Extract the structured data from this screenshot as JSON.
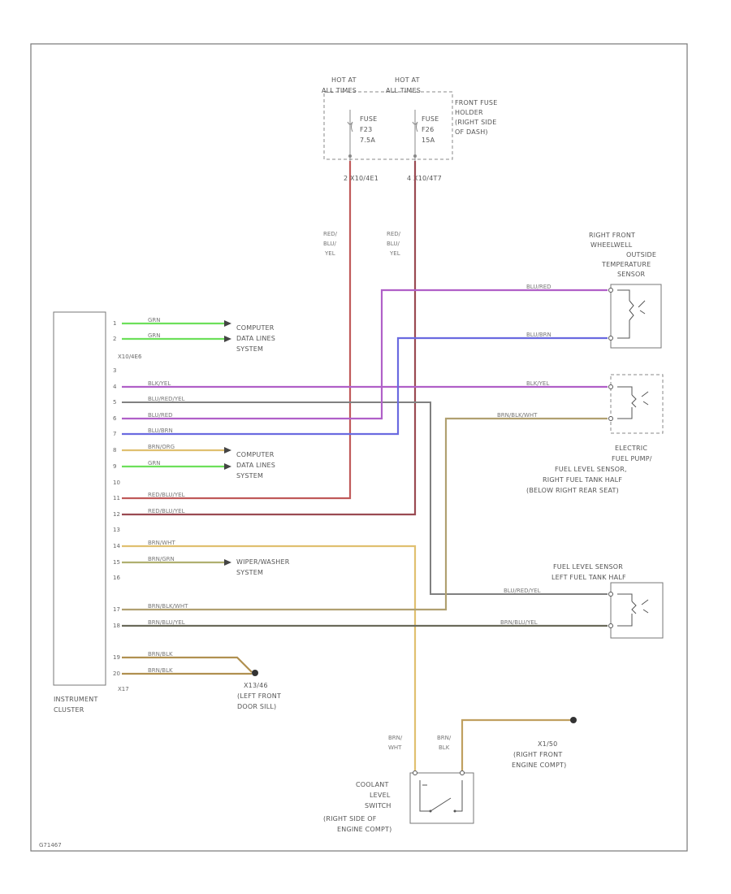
{
  "fuse_box": {
    "hot_a_1": "HOT AT",
    "hot_a_2": "ALL TIMES",
    "hot_b_1": "HOT AT",
    "hot_b_2": "ALL TIMES",
    "fuse_a": [
      "FUSE",
      "F23",
      "7.5A"
    ],
    "fuse_b": [
      "FUSE",
      "F26",
      "15A"
    ],
    "holder": [
      "FRONT FUSE",
      "HOLDER",
      "(RIGHT SIDE",
      "OF DASH)"
    ],
    "conn_a": "2  X10/4E1",
    "conn_b": "4  X10/4T7"
  },
  "vertical_labels": {
    "left": [
      "RED/",
      "BLU/",
      "YEL"
    ],
    "right": [
      "RED/",
      "BLU/",
      "YEL"
    ]
  },
  "cluster": {
    "label": [
      "INSTRUMENT",
      "CLUSTER"
    ],
    "connector_top": "X10/4E6",
    "connector_bottom": "X17"
  },
  "pins": [
    "1",
    "2",
    "3",
    "4",
    "5",
    "6",
    "7",
    "8",
    "9",
    "10",
    "11",
    "12",
    "13",
    "14",
    "15",
    "16",
    "17",
    "18",
    "19",
    "20"
  ],
  "wires": {
    "w1": "GRN",
    "w2": "GRN",
    "w4": "BLK/YEL",
    "w5": "BLU/RED/YEL",
    "w6": "BLU/RED",
    "w7": "BLU/BRN",
    "w8": "BRN/ORG",
    "w9": "GRN",
    "w11": "RED/BLU/YEL",
    "w12": "RED/BLU/YEL",
    "w14": "BRN/WHT",
    "w15": "BRN/GRN",
    "w17": "BRN/BLK/WHT",
    "w18": "BRN/BLU/YEL",
    "w19": "BRN/BLK",
    "w20": "BRN/BLK",
    "r1": "BLU/RED",
    "r2": "BLU/BRN",
    "r3": "BLK/YEL",
    "r4": "BRN/BLK/WHT",
    "r5": "BLU/RED/YEL",
    "r6": "BRN/BLU/YEL",
    "coolant_left": [
      "BRN/",
      "WHT"
    ],
    "coolant_right": [
      "BRN/",
      "BLK"
    ]
  },
  "refs": {
    "cdl1": [
      "COMPUTER",
      "DATA LINES",
      "SYSTEM"
    ],
    "cdl2": [
      "COMPUTER",
      "DATA LINES",
      "SYSTEM"
    ],
    "wiper": [
      "WIPER/WASHER",
      "SYSTEM"
    ],
    "ground1": [
      "X13/46",
      "(LEFT FRONT",
      "DOOR SILL)"
    ],
    "ground2": [
      "X1/50",
      "(RIGHT FRONT",
      "ENGINE COMPT)"
    ]
  },
  "components": {
    "temp_sensor": [
      "RIGHT FRONT",
      "WHEELWELL",
      "OUTSIDE",
      "TEMPERATURE",
      "SENSOR"
    ],
    "fuel_pump": [
      "ELECTRIC",
      "FUEL PUMP/",
      "FUEL LEVEL SENSOR,",
      "RIGHT FUEL TANK HALF",
      "(BELOW RIGHT REAR SEAT)"
    ],
    "fuel_left": [
      "FUEL LEVEL SENSOR",
      "LEFT FUEL TANK HALF"
    ],
    "coolant": [
      "COOLANT",
      "LEVEL",
      "SWITCH",
      "(RIGHT SIDE OF",
      "ENGINE COMPT)"
    ]
  },
  "footer": "G71467",
  "colors": {
    "red": "#c05a5a",
    "darkred": "#9a4a52",
    "green": "#6de05a",
    "purple": "#b060c8",
    "violet": "#8a5ac8",
    "blue": "#6a6ae0",
    "gray": "#808080",
    "olive": "#8a8a6a",
    "tan": "#e0c070",
    "brown": "#b09050",
    "darkolive": "#6a6a5a"
  }
}
